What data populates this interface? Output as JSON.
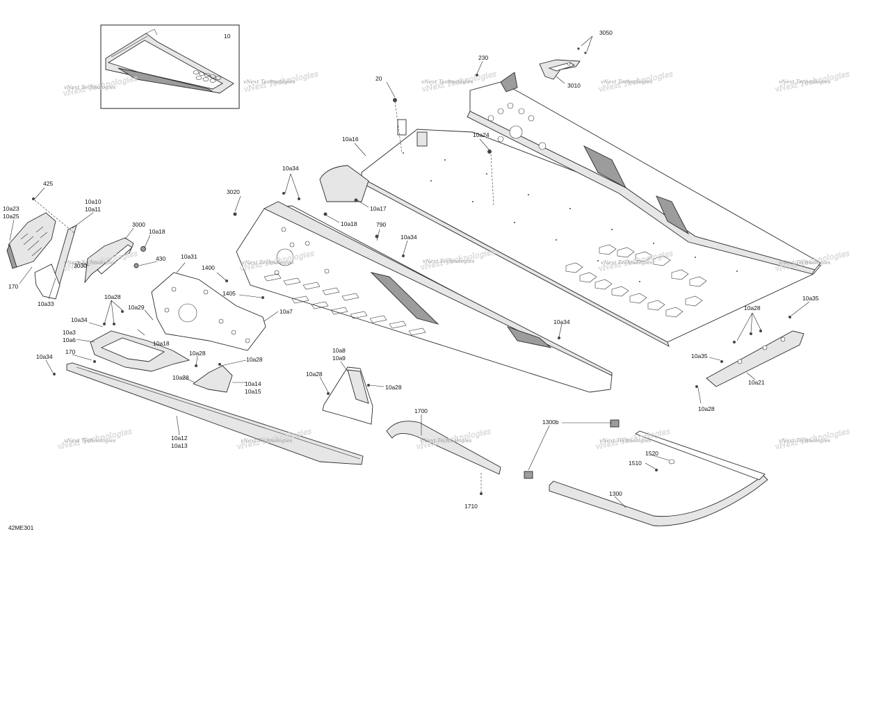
{
  "figure_code": "42ME301",
  "watermark": "vNext Technologies",
  "callouts": {
    "c10": "10",
    "c3050": "3050",
    "c230": "230",
    "c3010": "3010",
    "c20": "20",
    "c10a24": "10a24",
    "c10a16": "10a16",
    "c10a34_top": "10a34",
    "c3020": "3020",
    "c10a17": "10a17",
    "c10a18_mid": "10a18",
    "c790": "790",
    "c10a34_mid": "10a34",
    "c425": "425",
    "c10a10": "10a10",
    "c10a11": "10a11",
    "c10a23": "10a23",
    "c10a25": "10a25",
    "c3000": "3000",
    "c10a18_left": "10a18",
    "c430": "430",
    "c3030": "3030",
    "c170_left": "170",
    "c10a33": "10a33",
    "c10a31": "10a31",
    "c1400": "1400",
    "c1405": "1405",
    "c10a7": "10a7",
    "c10a28_a": "10a28",
    "c10a29": "10a29",
    "c10a34_left": "10a34",
    "c10a3": "10a3",
    "c10a6": "10a6",
    "c10a18_low": "10a18",
    "c10a34_lowleft": "10a34",
    "c170_low": "170",
    "c10a28_b": "10a28",
    "c10a28_c": "10a28",
    "c10a28_d": "10a28",
    "c10a14": "10a14",
    "c10a15": "10a15",
    "c10a34_right": "10a34",
    "c10a8": "10a8",
    "c10a9": "10a9",
    "c10a28_e": "10a28",
    "c10a28_f": "10a28",
    "c10a12": "10a12",
    "c10a13": "10a13",
    "c1700": "1700",
    "c1710": "1710",
    "c1300b": "1300b",
    "c1520": "1520",
    "c1510": "1510",
    "c1300": "1300",
    "c10a28_g": "10a28",
    "c10a35_a": "10a35",
    "c10a35_b": "10a35",
    "c10a21": "10a21",
    "c10a28_h": "10a28"
  }
}
